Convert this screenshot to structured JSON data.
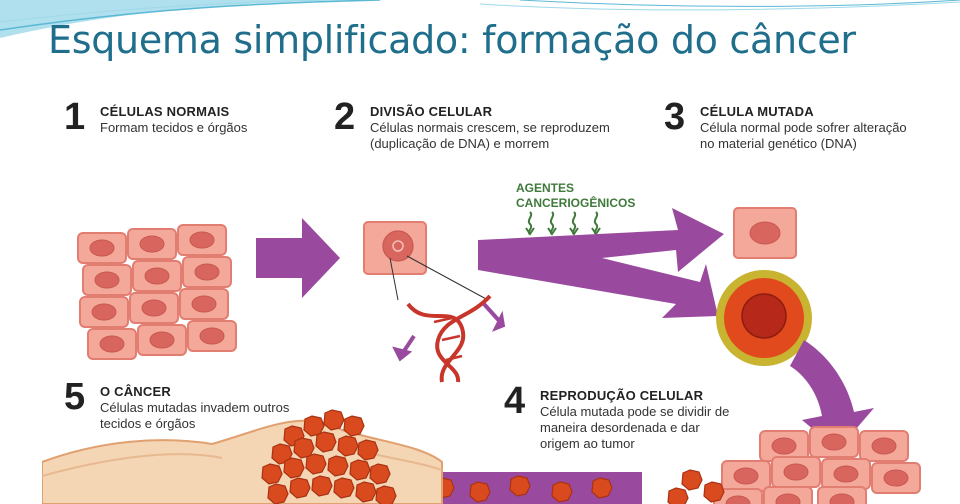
{
  "title": "Esquema simplificado: formação do câncer",
  "agents_label": "AGENTES CANCERIOGÊNICOS",
  "steps": [
    {
      "number": "1",
      "heading": "CÉLULAS NORMAIS",
      "description": "Formam tecidos e órgãos"
    },
    {
      "number": "2",
      "heading": "DIVISÃO CELULAR",
      "description": "Células normais crescem, se reproduzem (duplicação de DNA) e morrem"
    },
    {
      "number": "3",
      "heading": "CÉLULA MUTADA",
      "description": "Célula normal pode sofrer alteração no material genético (DNA)"
    },
    {
      "number": "4",
      "heading": "REPRODUÇÃO CELULAR",
      "description": "Célula mutada pode se dividir de maneira desordenada e dar origem ao tumor"
    },
    {
      "number": "5",
      "heading": "O CÂNCER",
      "description": "Células mutadas invadem outros tecidos e órgãos"
    }
  ],
  "colors": {
    "title": "#1f6e8c",
    "arrow": "#9a4a9e",
    "cell_fill": "#f3a89a",
    "cell_border": "#e27d72",
    "nucleus": "#d9665e",
    "mutated_outer": "#c8b430",
    "mutated_middle": "#e04a1c",
    "mutated_nucleus": "#b5281a",
    "tumor": "#d94a1e",
    "dna": "#c8362b",
    "agents_text": "#3f7a3a"
  }
}
